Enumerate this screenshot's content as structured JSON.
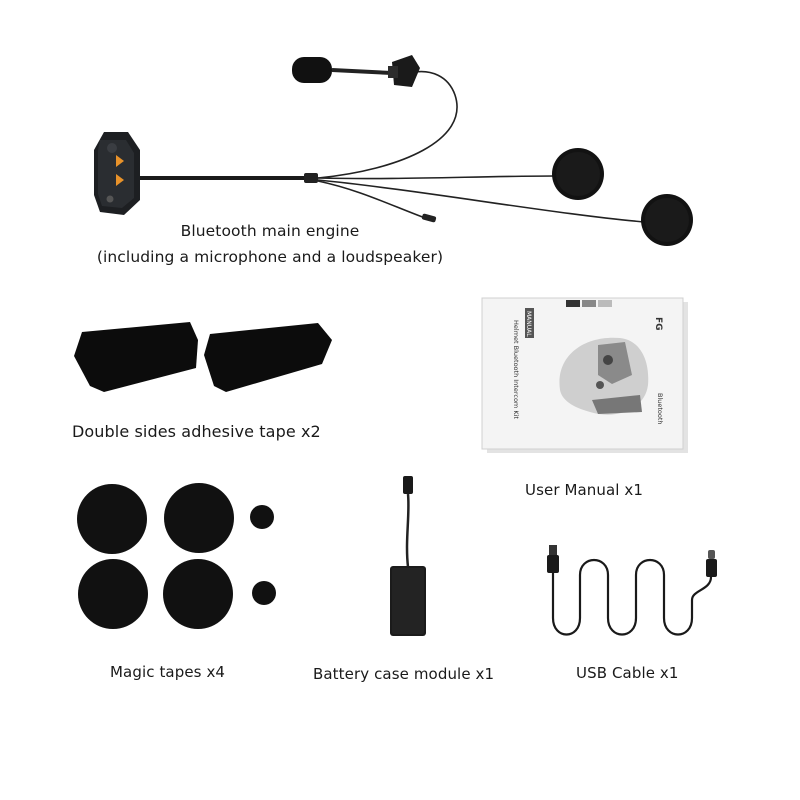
{
  "captions": {
    "engine_line1": "Bluetooth main engine",
    "engine_line2": "(including a microphone and a loudspeaker)",
    "tape": "Double sides adhesive tape x2",
    "manual": "User Manual x1",
    "magic": "Magic tapes x4",
    "battery": "Battery case module x1",
    "usb": "USB Cable x1"
  },
  "manual_cover": {
    "model": "FG",
    "title": "Helmet Bluetooth Intercom Kit",
    "badge": "MANUAL",
    "brand": "Bluetooth"
  },
  "colors": {
    "foam": "#111111",
    "button_accent": "#e8922a",
    "manual_paper": "#f4f4f4"
  }
}
